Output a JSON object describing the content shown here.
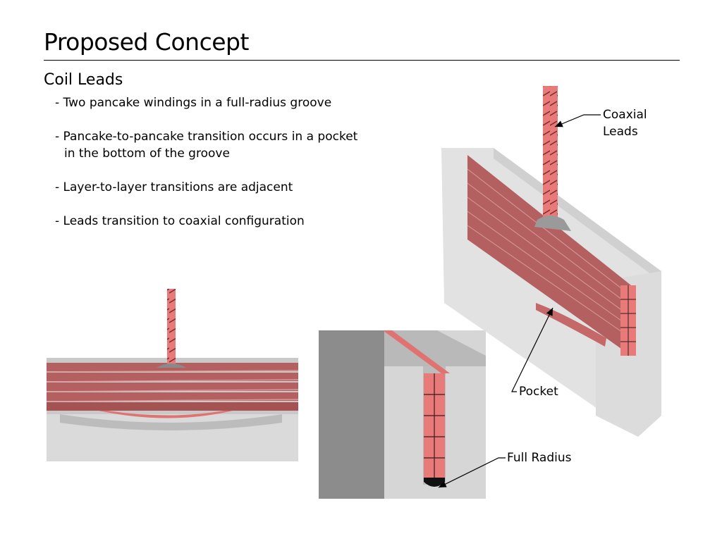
{
  "slide": {
    "title": "Proposed Concept",
    "subtitle": "Coil Leads"
  },
  "bullets": [
    {
      "line1": "- Two pancake windings in a full-radius groove",
      "line2": ""
    },
    {
      "line1": "- Pancake-to-pancake transition occurs in a pocket",
      "line2": "in the bottom of the groove"
    },
    {
      "line1": "- Layer-to-layer transitions are adjacent",
      "line2": ""
    },
    {
      "line1": "- Leads transition to coaxial configuration",
      "line2": ""
    }
  ],
  "labels": {
    "coaxial_line1": "Coaxial",
    "coaxial_line2": "Leads",
    "pocket": "Pocket",
    "full_radius": "Full Radius"
  },
  "colors": {
    "coil": "#b56060",
    "coil_light": "#e87a7a",
    "block": "#d9d9d9",
    "block_dark": "#8e8e8e"
  }
}
